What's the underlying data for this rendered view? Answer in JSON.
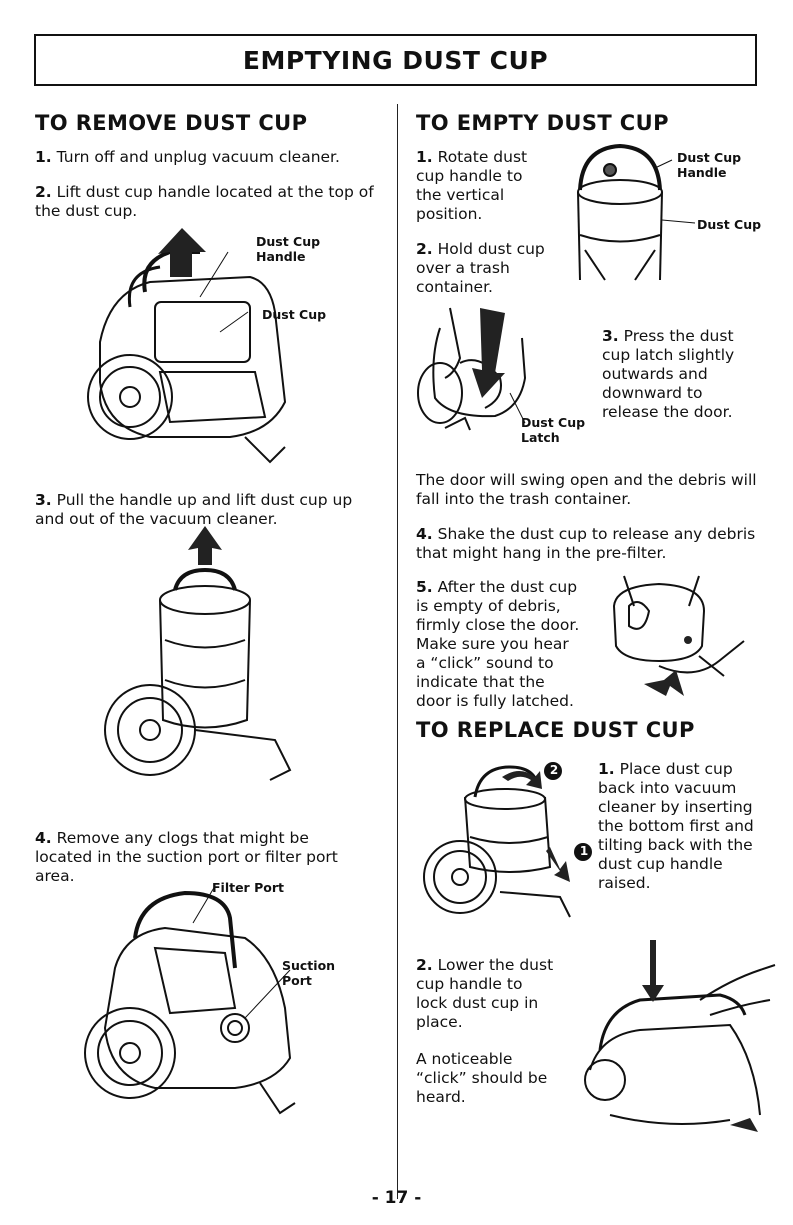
{
  "banner": "EMPTYING DUST CUP",
  "left": {
    "heading": "TO REMOVE DUST CUP",
    "step1": {
      "num": "1.",
      "text": "Turn off and unplug vacuum cleaner."
    },
    "step2": {
      "num": "2.",
      "text": "Lift dust cup handle located at the top of the dust cup."
    },
    "fig1_labels": {
      "handle": [
        "Dust Cup",
        "Handle"
      ],
      "cup": "Dust Cup"
    },
    "step3": {
      "num": "3.",
      "text": "Pull the handle up and lift dust cup up and out of the vacuum cleaner."
    },
    "step4": {
      "num": "4.",
      "text": "Remove any clogs that might be located in the suction port or filter port area."
    },
    "fig4_labels": {
      "filter": "Filter Port",
      "suction": [
        "Suction",
        "Port"
      ]
    }
  },
  "right": {
    "heading": "TO EMPTY DUST CUP",
    "step1": {
      "num": "1.",
      "lines": [
        "Rotate dust",
        "cup handle to",
        "the vertical",
        "position."
      ]
    },
    "step2": {
      "num": "2.",
      "lines": [
        "Hold dust cup",
        "over a trash",
        "container."
      ]
    },
    "fig_a_labels": {
      "handle": [
        "Dust Cup",
        "Handle"
      ],
      "cup": "Dust Cup"
    },
    "step3": {
      "num": "3.",
      "lines": [
        "Press the dust",
        "cup latch slightly",
        "outwards and",
        "downward to",
        "release the door."
      ]
    },
    "fig_b_label": [
      "Dust Cup",
      "Latch"
    ],
    "door_text": "The door will swing open and the debris will fall into the trash container.",
    "step4": {
      "num": "4.",
      "text": "Shake the dust cup to release any debris that might hang in the pre-filter."
    },
    "step5": {
      "num": "5.",
      "lines": [
        "After the dust cup",
        "is empty of debris,",
        "firmly close the door.",
        "Make sure you hear",
        "a “click” sound to",
        "indicate that the",
        "door is fully latched."
      ]
    },
    "heading2": "TO REPLACE DUST CUP",
    "rstep1": {
      "num": "1.",
      "lines": [
        "Place dust cup",
        "back into vacuum",
        "cleaner by inserting",
        "the bottom first and",
        "tilting back with the",
        "dust cup handle",
        "raised."
      ]
    },
    "badges": [
      "2",
      "1"
    ],
    "rstep2": {
      "num": "2.",
      "lines": [
        "Lower the dust",
        "cup handle to",
        "lock dust cup in",
        "place."
      ]
    },
    "click_lines": [
      "A noticeable",
      "“click” should be",
      "heard."
    ]
  },
  "page_number": "- 17 -"
}
